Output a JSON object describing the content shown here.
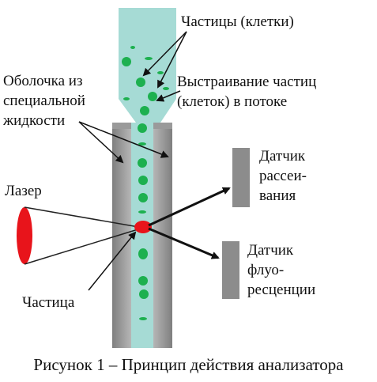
{
  "labels": {
    "particles": "Частицы (клетки)",
    "alignment_line1": "Выстраивание частиц",
    "alignment_line2": "(клеток) в потоке",
    "sheath_line1": "Оболочка из",
    "sheath_line2": "специальной",
    "sheath_line3": "жидкости",
    "laser": "Лазер",
    "particle": "Частица",
    "scatter_line1": "Датчик",
    "scatter_line2": "рассеи-",
    "scatter_line3": "вания",
    "fluor_line1": "Датчик",
    "fluor_line2": "флуо-",
    "fluor_line3": "ресценции"
  },
  "caption": "Рисунок 1 – Принцип действия анализатора",
  "colors": {
    "fluid": "#a6dbd5",
    "tube": "#8f8f8f",
    "tube_light": "#c4c4c4",
    "cell": "#1db04f",
    "laser": "#e8141b",
    "detector": "#8c8c8c"
  }
}
